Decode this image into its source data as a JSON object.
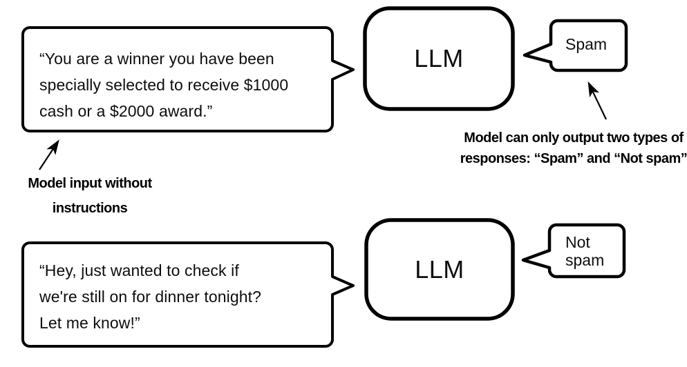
{
  "diagram": {
    "row1": {
      "input_text": "“You are a winner you have been\nspecially selected to receive $1000\ncash or a $2000 award.”",
      "model_label": "LLM",
      "output_text": "Spam"
    },
    "row2": {
      "input_text": "“Hey, just wanted to check if\nwe're still on for dinner tonight?\nLet me know!”",
      "model_label": "LLM",
      "output_text": "Not\nspam"
    },
    "annotations": {
      "input_label": "Model input without\ninstructions",
      "output_label": "Model can only output two types of\nresponses: “Spam” and “Not spam”"
    },
    "colors": {
      "ink": "#000000",
      "background": "#ffffff"
    }
  }
}
